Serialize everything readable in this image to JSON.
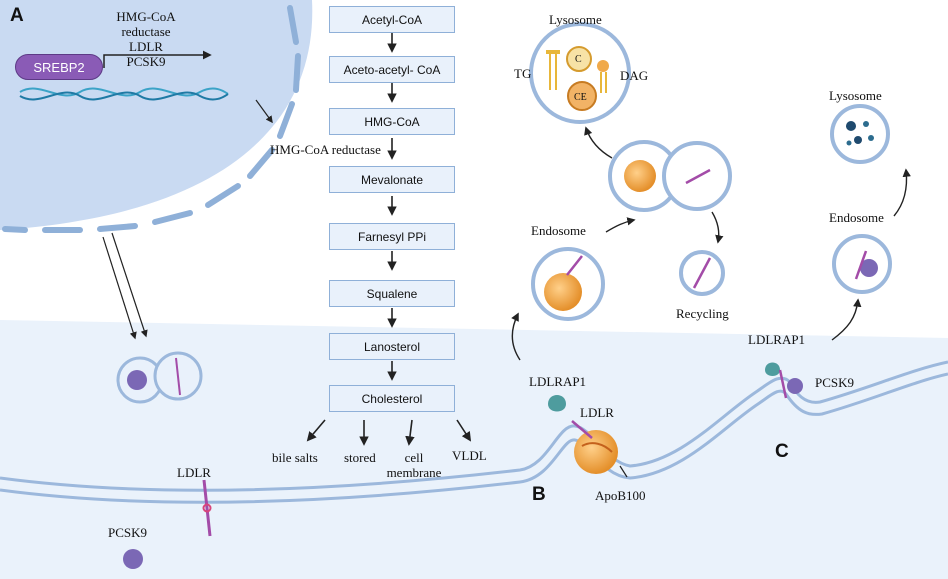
{
  "panels": {
    "a": "A",
    "b": "B",
    "c": "C"
  },
  "nucleus": {
    "genes": [
      "HMG-CoA reductase",
      "LDLR",
      "PCSK9"
    ],
    "factor": "SREBP2"
  },
  "pathway": {
    "steps": [
      "Acetyl-CoA",
      "Aceto-acetyl- CoA",
      "HMG-CoA",
      "Mevalonate",
      "Farnesyl PPi",
      "Squalene",
      "Lanosterol",
      "Cholesterol"
    ],
    "enzyme": "HMG-CoA reductase",
    "fates": [
      "bile salts",
      "stored",
      "cell membrane",
      "VLDL"
    ]
  },
  "labels": {
    "lysosome_1": "Lysosome",
    "lysosome_2": "Lysosome",
    "tg": "TG",
    "dag": "DAG",
    "c": "C",
    "ce": "CE",
    "endosome_1": "Endosome",
    "endosome_2": "Endosome",
    "recycling": "Recycling",
    "ldlrap1_1": "LDLRAP1",
    "ldlrap1_2": "LDLRAP1",
    "ldlr_1": "LDLR",
    "ldlr_2": "LDLR",
    "apob100": "ApoB100",
    "pcsk9_1": "PCSK9",
    "pcsk9_2": "PCSK9"
  },
  "colors": {
    "nucleus": "#c9daf2",
    "cytoplasm": "#eaf2fb",
    "membrane": "#9cb8dc",
    "step_fill": "#e9f1fb",
    "step_border": "#8fb0d8",
    "srebp": "#8a5bb6",
    "ldl_particle": "#f0a94a",
    "ldlrap1": "#4e9c9e",
    "pcsk9": "#7b68b5",
    "receptor": "#a34ca8"
  }
}
